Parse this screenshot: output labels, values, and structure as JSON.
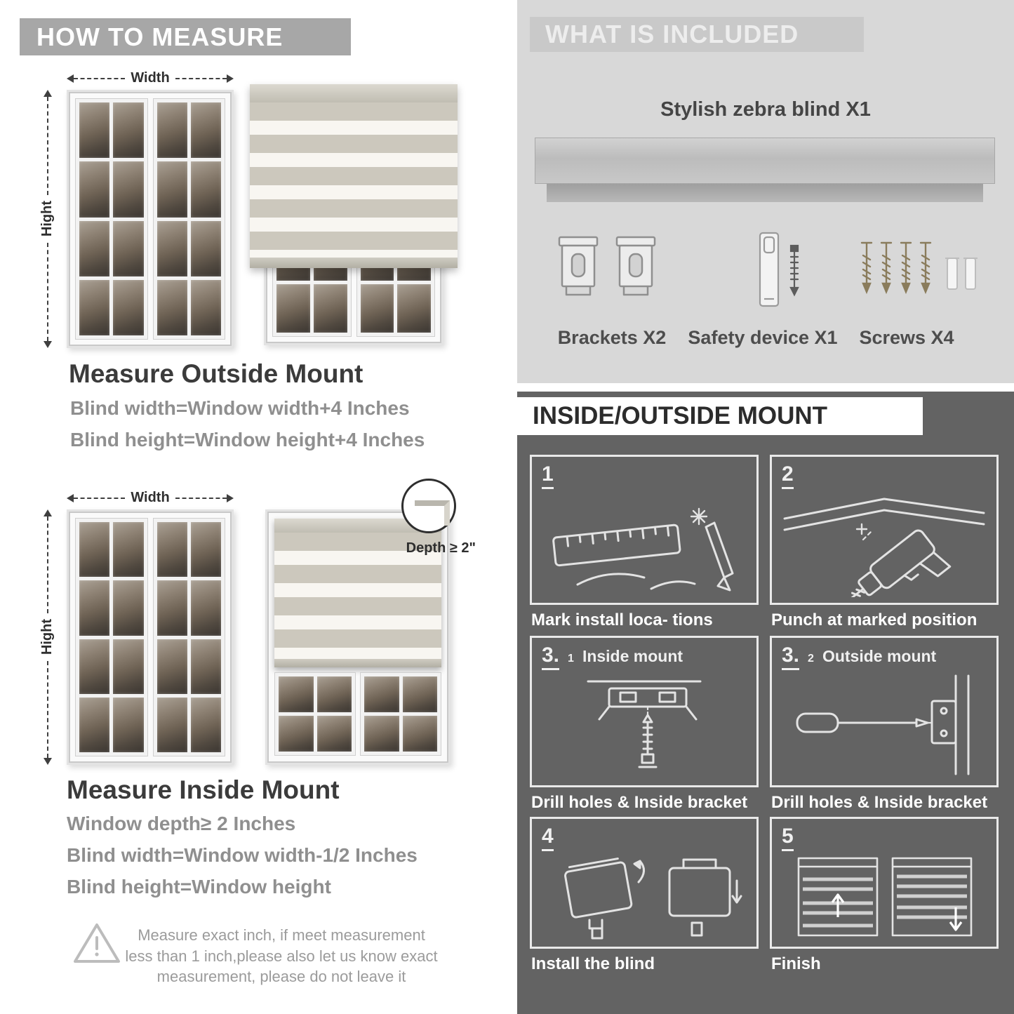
{
  "how_to_measure": {
    "header": "HOW TO MEASURE",
    "width_label": "Width",
    "height_label": "Hight",
    "outside_mount": {
      "title": "Measure Outside Mount",
      "lines": [
        "Blind width=Window width+4 Inches",
        "Blind height=Window height+4 Inches"
      ]
    },
    "inside_mount": {
      "title": "Measure Inside Mount",
      "depth_label": "Depth ≥ 2\"",
      "lines": [
        "Window depth≥ 2 Inches",
        "Blind width=Window width-1/2 Inches",
        "Blind height=Window height"
      ]
    },
    "warning_text": "Measure exact inch, if meet measurement less than 1 inch,please also let us know exact measurement, please do not leave it"
  },
  "included": {
    "header": "WHAT IS INCLUDED",
    "product_label": "Stylish zebra blind X1",
    "items": [
      {
        "label": "Brackets X2"
      },
      {
        "label": "Safety device X1"
      },
      {
        "label": "Screws X4"
      }
    ]
  },
  "mount_guide": {
    "header": "INSIDE/OUTSIDE MOUNT",
    "steps": [
      {
        "num": "1",
        "sub": "",
        "title": "",
        "caption": "Mark install loca- tions"
      },
      {
        "num": "2",
        "sub": "",
        "title": "",
        "caption": "Punch at  marked position"
      },
      {
        "num": "3.",
        "sub": "1",
        "title": "Inside mount",
        "caption": "Drill holes &  Inside bracket"
      },
      {
        "num": "3.",
        "sub": "2",
        "title": "Outside mount",
        "caption": "Drill holes &  Inside bracket"
      },
      {
        "num": "4",
        "sub": "",
        "title": "",
        "caption": "Install the blind"
      },
      {
        "num": "5",
        "sub": "",
        "title": "",
        "caption": "Finish"
      }
    ]
  },
  "colors": {
    "left_banner_gray": "#a7a7a7",
    "included_bg": "#d8d8d8",
    "mount_bg": "#636363",
    "heading_dark": "#3b3b3b",
    "body_gray": "#8f8f8f"
  }
}
